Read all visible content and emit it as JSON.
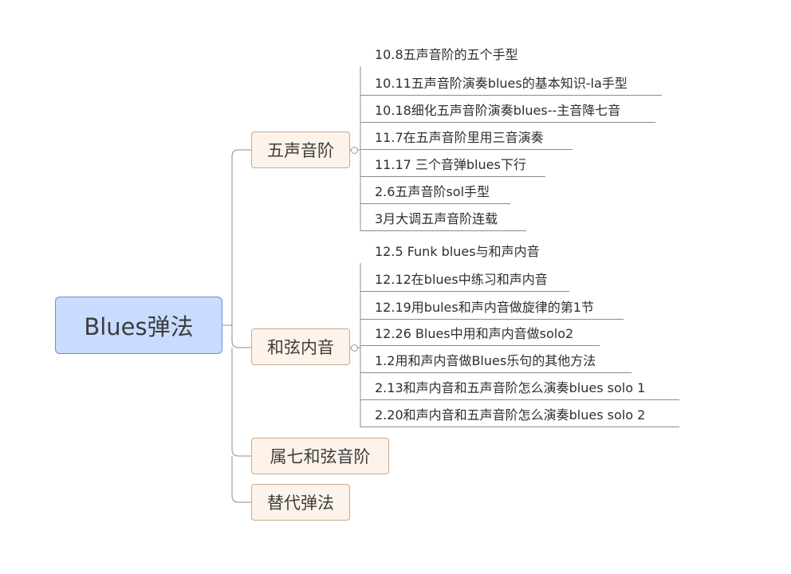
{
  "root": {
    "label": "Blues弹法"
  },
  "branches": [
    {
      "label": "五声音阶",
      "children": [
        "10.8五声音阶的五个手型",
        "10.11五声音阶演奏blues的基本知识-la手型",
        "10.18细化五声音阶演奏blues--主音降七音",
        "11.7在五声音阶里用三音演奏",
        "11.17 三个音弹blues下行",
        "2.6五声音阶sol手型",
        "3月大调五声音阶连载"
      ]
    },
    {
      "label": "和弦内音",
      "children": [
        "12.5 Funk blues与和声内音",
        "12.12在blues中练习和声内音",
        "12.19用bules和声内音做旋律的第1节",
        "12.26 Blues中用和声内音做solo2",
        "1.2用和声内音做Blues乐句的其他方法",
        "2.13和声内音和五声音阶怎么演奏blues solo 1",
        "2.20和声内音和五声音阶怎么演奏blues solo 2"
      ]
    },
    {
      "label": "属七和弦音阶",
      "children": []
    },
    {
      "label": "替代弹法",
      "children": []
    }
  ],
  "colors": {
    "root_fill": "#c9dcff",
    "root_border": "#6f8fc9",
    "branch_fill": "#fdf3ea",
    "branch_border": "#c9a98e",
    "line": "#8c8c8c"
  }
}
